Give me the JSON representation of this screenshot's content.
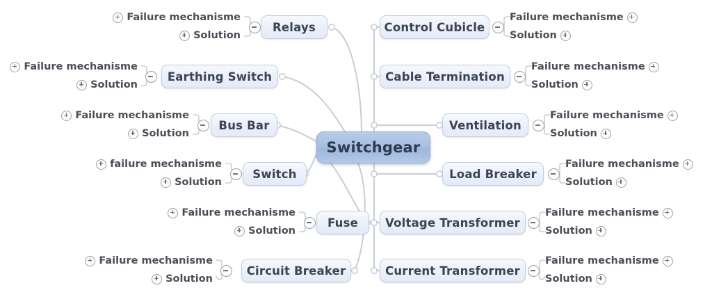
{
  "app": {
    "type": "mindmap",
    "background": "#ffffff",
    "central_node_color": "#a9c0e2",
    "topic_node_color": "#eaf0fa",
    "node_border_color": "#c3cede",
    "connector_color": "#c9cdd3",
    "text_color": "#3c4450",
    "sub_text_color": "#4a4f57"
  },
  "central": {
    "label": "Switchgear"
  },
  "icons": {
    "expand": "plus-icon",
    "collapse": "minus-icon"
  },
  "branches": {
    "left": [
      {
        "id": "relays",
        "label": "Relays",
        "toggle": "minus-icon",
        "subtopics": [
          {
            "label": "Failure mechanisme",
            "toggle": "plus-icon"
          },
          {
            "label": "Solution",
            "toggle": "plus-icon"
          }
        ]
      },
      {
        "id": "earthing-switch",
        "label": "Earthing Switch",
        "toggle": "minus-icon",
        "subtopics": [
          {
            "label": "Failure mechanisme",
            "toggle": "plus-icon"
          },
          {
            "label": "Solution",
            "toggle": "plus-icon"
          }
        ]
      },
      {
        "id": "bus-bar",
        "label": "Bus Bar",
        "toggle": "minus-icon",
        "subtopics": [
          {
            "label": "Failure mechanisme",
            "toggle": "plus-icon"
          },
          {
            "label": "Solution",
            "toggle": "plus-icon"
          }
        ]
      },
      {
        "id": "switch",
        "label": "Switch",
        "toggle": "minus-icon",
        "subtopics": [
          {
            "label": "failure mechanisme",
            "toggle": "plus-icon"
          },
          {
            "label": "Solution",
            "toggle": "plus-icon"
          }
        ]
      },
      {
        "id": "fuse",
        "label": "Fuse",
        "toggle": "minus-icon",
        "subtopics": [
          {
            "label": "Failure mechanisme",
            "toggle": "plus-icon"
          },
          {
            "label": "Solution",
            "toggle": "plus-icon"
          }
        ]
      },
      {
        "id": "circuit-breaker",
        "label": "Circuit Breaker",
        "toggle": "minus-icon",
        "subtopics": [
          {
            "label": "Failure mechanisme",
            "toggle": "plus-icon"
          },
          {
            "label": "Solution",
            "toggle": "plus-icon"
          }
        ]
      }
    ],
    "right": [
      {
        "id": "control-cubicle",
        "label": "Control Cubicle",
        "toggle": "minus-icon",
        "subtopics": [
          {
            "label": "Failure mechanisme",
            "toggle": "plus-icon"
          },
          {
            "label": "Solution",
            "toggle": "plus-icon"
          }
        ]
      },
      {
        "id": "cable-termination",
        "label": "Cable Termination",
        "toggle": "minus-icon",
        "subtopics": [
          {
            "label": "Failure mechanisme",
            "toggle": "plus-icon"
          },
          {
            "label": "Solution",
            "toggle": "plus-icon"
          }
        ]
      },
      {
        "id": "ventilation",
        "label": "Ventilation",
        "toggle": "minus-icon",
        "subtopics": [
          {
            "label": "Failure mechanisme",
            "toggle": "plus-icon"
          },
          {
            "label": "Solution",
            "toggle": "plus-icon"
          }
        ]
      },
      {
        "id": "load-breaker",
        "label": "Load Breaker",
        "toggle": "minus-icon",
        "subtopics": [
          {
            "label": "Failure mechanisme",
            "toggle": "plus-icon"
          },
          {
            "label": "Solution",
            "toggle": "plus-icon"
          }
        ]
      },
      {
        "id": "voltage-transformer",
        "label": "Voltage Transformer",
        "toggle": "minus-icon",
        "subtopics": [
          {
            "label": "Failure mechanisme",
            "toggle": "plus-icon"
          },
          {
            "label": "Solution",
            "toggle": "plus-icon"
          }
        ]
      },
      {
        "id": "current-transformer",
        "label": "Current Transformer",
        "toggle": "minus-icon",
        "subtopics": [
          {
            "label": "Failure mechanisme",
            "toggle": "plus-icon"
          },
          {
            "label": "Solution",
            "toggle": "plus-icon"
          }
        ]
      }
    ]
  }
}
